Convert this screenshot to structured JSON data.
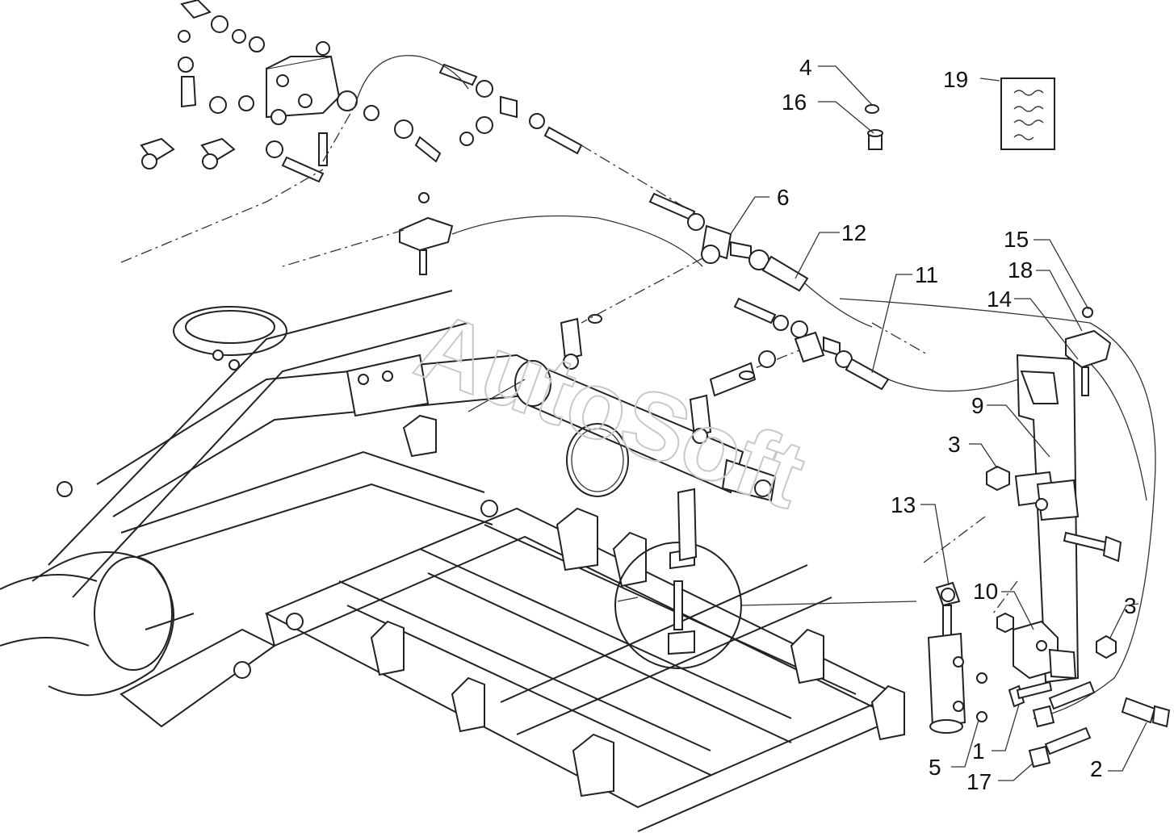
{
  "watermark": "AutoSoft",
  "callouts": [
    {
      "id": "c1",
      "label": "1"
    },
    {
      "id": "c2",
      "label": "2"
    },
    {
      "id": "c3a",
      "label": "3"
    },
    {
      "id": "c3b",
      "label": "3"
    },
    {
      "id": "c4",
      "label": "4"
    },
    {
      "id": "c5",
      "label": "5"
    },
    {
      "id": "c6",
      "label": "6"
    },
    {
      "id": "c9",
      "label": "9"
    },
    {
      "id": "c10",
      "label": "10"
    },
    {
      "id": "c11",
      "label": "11"
    },
    {
      "id": "c12",
      "label": "12"
    },
    {
      "id": "c13",
      "label": "13"
    },
    {
      "id": "c14",
      "label": "14"
    },
    {
      "id": "c15",
      "label": "15"
    },
    {
      "id": "c16",
      "label": "16"
    },
    {
      "id": "c17",
      "label": "17"
    },
    {
      "id": "c18",
      "label": "18"
    },
    {
      "id": "c19",
      "label": "19"
    }
  ]
}
